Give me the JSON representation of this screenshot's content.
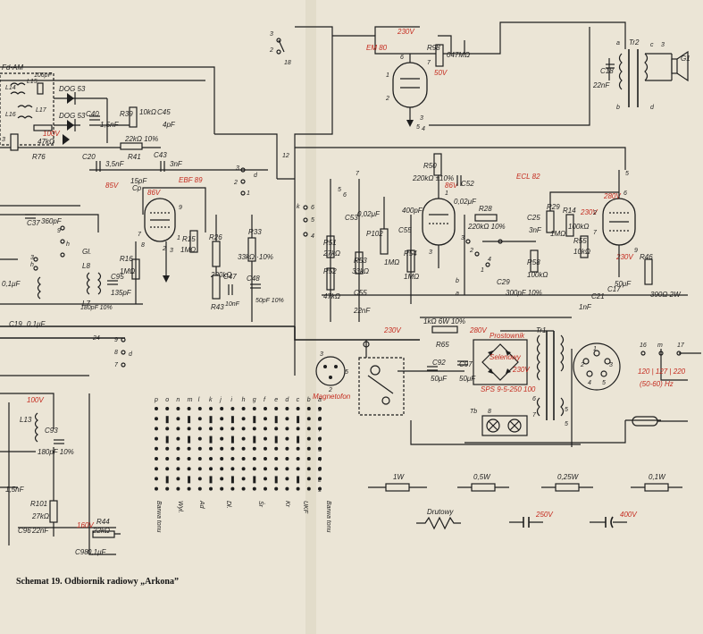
{
  "caption": "Schemat 19. Odbiornik radiowy „Arkona”",
  "colors": {
    "paper": "#ebe5d6",
    "ink": "#1e1e1e",
    "red_annotation": "#c42a1e"
  },
  "tubes": {
    "em80": "EM 80",
    "ebf89": "EBF 89",
    "ecl82": "ECL 82"
  },
  "labels": {
    "fd_am": "Fd-AM",
    "l14": "L14",
    "l15": "L15",
    "c106": "106pF",
    "l16": "L16",
    "l17": "L17",
    "dog53a": "DOG 53",
    "dog53b": "DOG 53",
    "r39": "R39",
    "r39v": "10kΩ",
    "c45": "C45",
    "c45v": "4pF",
    "c40": "C40",
    "c40v": "1,5nF",
    "r40": "R40",
    "r40v": "47kΩ",
    "r41": "R41",
    "r41v": "22kΩ 10%",
    "c20": "C20",
    "c20v": "3,5nF",
    "c43": "C43",
    "c43v": "3nF",
    "cp": "Cp",
    "cpv": "15pF",
    "r76": "R76",
    "c19": "C19",
    "c19v": "0,1μF",
    "r15": "R15",
    "r15v": "1MΩ",
    "r16": "R16",
    "r16v": "1MΩ",
    "r26": "R26",
    "r26v": "220kΩ",
    "r33": "R33",
    "r33v": "33kΩ ·10%",
    "c47": "C47",
    "c47v": "10nF",
    "c48": "C48",
    "c48v": "50pF 10%",
    "r43": "R43",
    "c37": "C37",
    "c37v": "360pF",
    "c95": "C95",
    "c95v": "135pF",
    "l8": "L8",
    "l7": "L7",
    "gl": "Gl.",
    "c93": "C93",
    "c93v": "180pF 10%",
    "r101": "R101",
    "r101v": "27kΩ",
    "r44": "R44",
    "r44v": "22kΩ",
    "c96": "C96",
    "c96v": "22nF",
    "c97": "C97",
    "c97v": "0,1μF",
    "c98": "C98",
    "c98v": "0,1μF",
    "l13": "L13",
    "v100": "100V",
    "v160": "160V",
    "v85": "85V",
    "v86": "86V",
    "v230": "230V",
    "v50": "50V",
    "v280": "280V",
    "node_1": "1",
    "node_2": "2",
    "node_3": "3",
    "node_4": "4",
    "node_5": "5",
    "node_6": "6",
    "node_7": "7",
    "node_8": "8",
    "node_9": "9",
    "node_12": "12",
    "node_18": "18",
    "node_16": "16",
    "node_17": "17",
    "node_24": "24",
    "node_23": "23",
    "node_a": "a",
    "node_b": "b",
    "node_c": "c",
    "node_d": "d",
    "node_h": "h",
    "node_k": "k",
    "node_m": "m",
    "r98": "R98",
    "r98v": "047MΩ",
    "r50": "R50",
    "r50v": "220kΩ ±10%",
    "c52": "C52",
    "c52v": "0,02μF",
    "c53": "C53",
    "c53v": "0,02μF",
    "c54": "C54",
    "c54v": "400pF",
    "r51": "R51",
    "r51v": "27kΩ",
    "r52": "R52",
    "r52v": "47kΩ",
    "r53": "R53",
    "r53v": "33kΩ",
    "p102": "P102",
    "p102v": "1MΩ",
    "r54": "R54",
    "r54v": "1MΩ",
    "c55": "C55",
    "r28": "R28",
    "r28v": "220kΩ 10%",
    "c25": "C25",
    "c25v": "3nF",
    "r29": "R29",
    "r29v": "1MΩ",
    "r58": "R58",
    "r58v": "100kΩ",
    "c29": "C29",
    "c29v": "300pF 10%",
    "r14": "R14",
    "r14v": "100kΩ",
    "r55": "R55",
    "r55v": "10kΩ",
    "c21": "C21",
    "c21v": "1nF",
    "c17": "C17",
    "c17v": "50μF",
    "r46": "R46",
    "r46v": "390Ω 2W",
    "cp2": "Cp",
    "cp2v": "1,5nF",
    "tr2": "Tr2",
    "c18": "C18",
    "c18v": "22nF",
    "g1": "G1",
    "tr1": "Tr1",
    "magnetofon": "Magnetofon",
    "r65": "R65",
    "r65v": "1kΩ 6W 10%",
    "c92": "C92",
    "c92v": "50μF",
    "c97b": "C97",
    "c97bv": "50μF",
    "prostownik": "Prostownik",
    "selenowy": "Selenowy",
    "prost_code": "SPS 9-5-250 100",
    "tb": "Tb",
    "mains_voltage": "120 | 127 | 220",
    "mains_freq": "(50-60) Hz",
    "grid_letters": [
      "p",
      "o",
      "n",
      "m",
      "l",
      "k",
      "j",
      "i",
      "h",
      "g",
      "f",
      "e",
      "d",
      "c",
      "b",
      "a"
    ],
    "grid_numbers": [
      "9",
      "8",
      "7",
      "6",
      "5",
      "4",
      "3",
      "2",
      "1"
    ],
    "band_labels": [
      "Barwa tonu",
      "Wył.",
      "Ad",
      "Dł.",
      "Śr",
      "Kr",
      "UKF",
      "Barwa tonu"
    ],
    "legend_1w": "1W",
    "legend_05w": "0,5W",
    "legend_025w": "0,25W",
    "legend_01w": "0,1W",
    "legend_drutowy": "Drutowy",
    "legend_250v": "250V",
    "legend_400v": "400V"
  }
}
